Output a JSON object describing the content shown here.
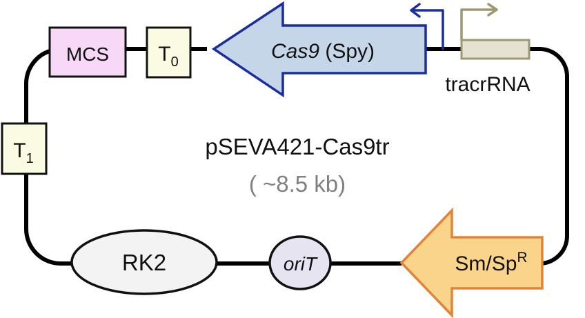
{
  "title": "pSEVA421-Cas9tr",
  "size": "( ~8.5 kb)",
  "elements": {
    "mcs": {
      "label": "MCS",
      "fill": "#f7d9f7",
      "stroke": "#111111"
    },
    "t0": {
      "label": "T",
      "sub": "0",
      "fill": "#fbfbe3",
      "stroke": "#111111"
    },
    "t1": {
      "label": "T",
      "sub": "1",
      "fill": "#fbfbe3",
      "stroke": "#111111"
    },
    "cas9": {
      "label_italic": "Cas9",
      "label_rest": " (Spy)",
      "fill": "#c5d6e8",
      "stroke": "#1a2ea0",
      "direction": "left"
    },
    "cas9_promoter": {
      "stroke": "#1a2ea0",
      "direction": "left"
    },
    "tracrrna": {
      "label": "tracrRNA",
      "fill": "#e5e2d2",
      "stroke": "#9e9872"
    },
    "tracrrna_promoter": {
      "stroke": "#9e9872",
      "direction": "right"
    },
    "rk2": {
      "label": "RK2",
      "fill": "#f3f3f3",
      "stroke": "#111111"
    },
    "orit": {
      "label": "oriT",
      "fill": "#e6e4f0",
      "stroke": "#111111"
    },
    "smsp": {
      "label": "Sm/Sp",
      "sup": "R",
      "fill": "#f9d48a",
      "stroke": "#e0843a",
      "direction": "left"
    }
  },
  "colors": {
    "backbone": "#000000",
    "text": "#111111",
    "size_text": "#808080"
  }
}
